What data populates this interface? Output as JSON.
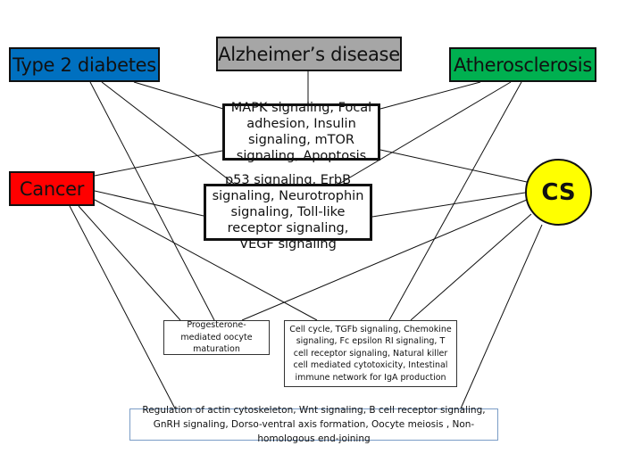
{
  "diagram": {
    "title": "Shared KEGG pathways between CS and diseases",
    "nodes": {
      "type2diabetes": {
        "label": "Type 2 diabetes",
        "color": "#0070c0"
      },
      "alzheimers": {
        "label": "Alzheimer’s disease",
        "color": "#a6a6a6"
      },
      "atherosclerosis": {
        "label": "Atherosclerosis",
        "color": "#00b050"
      },
      "cancer": {
        "label": "Cancer",
        "color": "#ff0000"
      },
      "cs": {
        "label": "CS",
        "color": "#ffff00"
      },
      "pathway1": {
        "label": "MAPK signaling, Focal adhesion, Insulin signaling, mTOR signaling, Apoptosis"
      },
      "pathway2": {
        "label": "p53 signaling, ErbB signaling, Neurotrophin signaling, Toll-like receptor signaling, VEGF signaling"
      },
      "pathway3": {
        "label": "Progesterone-mediated oocyte maturation"
      },
      "pathway4": {
        "label": "Cell cycle, TGFb signaling, Chemokine signaling, Fc epsilon RI signaling, T cell receptor signaling, Natural killer cell mediated  cytotoxicity, Intestinal immune network for IgA production"
      },
      "pathway5": {
        "label": "Regulation of actin cytoskeleton, Wnt signaling, B cell receptor signaling, GnRH signaling, Dorso-ventral axis formation, Oocyte meiosis , Non-homologous end-joining"
      }
    },
    "edges": [
      [
        "type2diabetes",
        "pathway1"
      ],
      [
        "type2diabetes",
        "pathway2"
      ],
      [
        "type2diabetes",
        "pathway3"
      ],
      [
        "alzheimers",
        "pathway1"
      ],
      [
        "atherosclerosis",
        "pathway1"
      ],
      [
        "atherosclerosis",
        "pathway2"
      ],
      [
        "atherosclerosis",
        "pathway4"
      ],
      [
        "cancer",
        "pathway1"
      ],
      [
        "cancer",
        "pathway2"
      ],
      [
        "cancer",
        "pathway3"
      ],
      [
        "cancer",
        "pathway4"
      ],
      [
        "cancer",
        "pathway5"
      ],
      [
        "cs",
        "pathway1"
      ],
      [
        "cs",
        "pathway2"
      ],
      [
        "cs",
        "pathway3"
      ],
      [
        "cs",
        "pathway4"
      ],
      [
        "cs",
        "pathway5"
      ]
    ]
  }
}
